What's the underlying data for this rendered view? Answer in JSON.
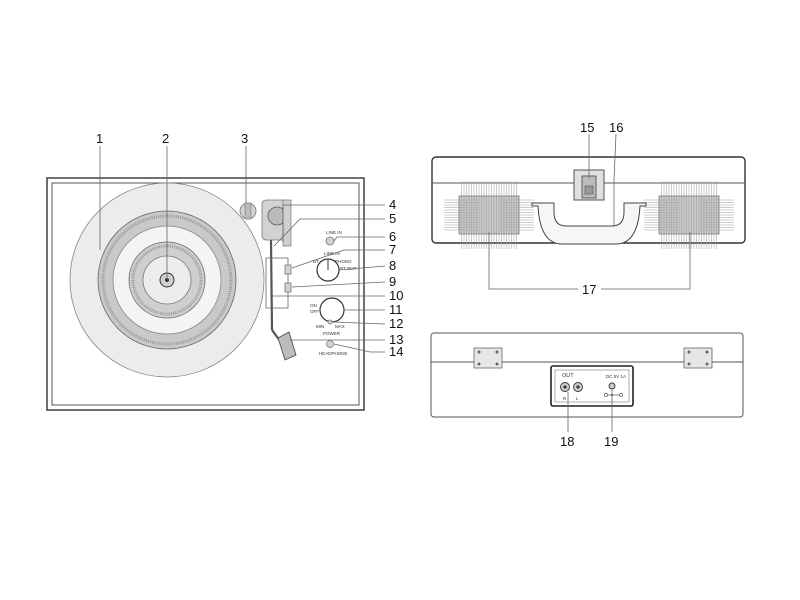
{
  "callouts": {
    "c1": "1",
    "c2": "2",
    "c3": "3",
    "c4": "4",
    "c5": "5",
    "c6": "6",
    "c7": "7",
    "c8": "8",
    "c9": "9",
    "c10": "10",
    "c11": "11",
    "c12": "12",
    "c13": "13",
    "c14": "14",
    "c15": "15",
    "c16": "16",
    "c17": "17",
    "c18": "18",
    "c19": "19"
  },
  "top_panel": {
    "line_in": "LINE IN",
    "line_in_2": "LINE IN",
    "bt": "BT",
    "phono": "PHONO",
    "bt_out": "BT OUT",
    "on": "ON",
    "off": "OFF",
    "min": "MIN",
    "max": "MAX",
    "power": "POWER",
    "headphone": "HEADPHONE"
  },
  "back_panel": {
    "out": "OUT",
    "r": "R",
    "l": "L",
    "dc": "DC 5V 1A"
  }
}
